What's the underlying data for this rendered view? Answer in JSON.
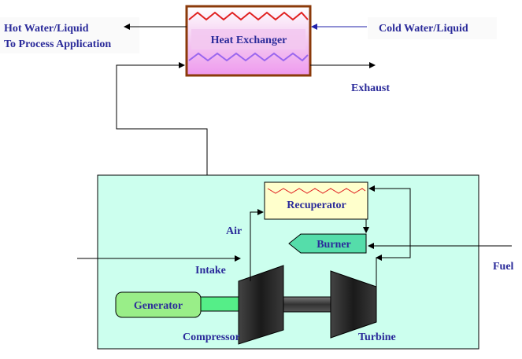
{
  "labels": {
    "hot_line1": "Hot Water/Liquid",
    "hot_line2": "To Process Application",
    "cold": "Cold Water/Liquid",
    "heat_exchanger": "Heat Exchanger",
    "exhaust": "Exhaust",
    "recuperator": "Recuperator",
    "air": "Air",
    "burner": "Burner",
    "fuel": "Fuel",
    "intake": "Intake",
    "generator": "Generator",
    "compressor": "Compressor",
    "turbine": "Turbine"
  },
  "colors": {
    "label_text": "#2b2b9a",
    "enclosure_fill": "#ccffee",
    "heat_exchanger_border": "#8b3a0a",
    "heat_exchanger_fill_top": "#ffffff",
    "heat_exchanger_fill_bottom": "#ee99ee",
    "hot_zigzag": "#e02020",
    "cold_zigzag": "#9966ee",
    "recuperator_fill": "#ffffcc",
    "burner_fill": "#55ddaa",
    "generator_fill": "#99ee88",
    "shaft_fill": "#55ee88",
    "machine_fill": "#1a1a1a"
  }
}
